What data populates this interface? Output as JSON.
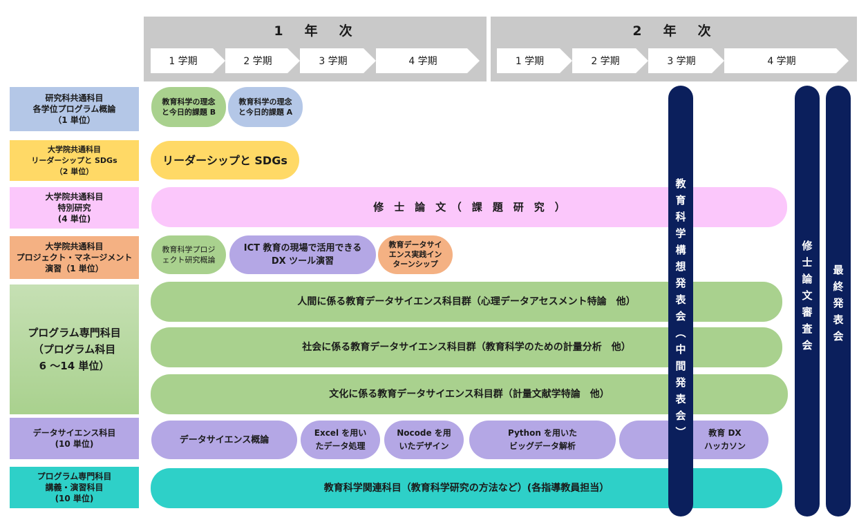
{
  "header": {
    "year1": "1　年　次",
    "year2": "2　年　次",
    "year1_terms": [
      "1 学期",
      "2 学期",
      "3 学期",
      "4 学期"
    ],
    "year2_terms": [
      "1 学期",
      "2 学期",
      "3 学期",
      "4 学期"
    ]
  },
  "rows": [
    {
      "label": "研究科共通科目\n各学位プログラム概論\n（1 単位）",
      "color": "#b4c7e7"
    },
    {
      "label": "大学院共通科目\nリーダーシップと SDGs\n（2 単位）",
      "color": "#ffd966"
    },
    {
      "label": "大学院共通科目\n特別研究\n(4 単位)",
      "color": "#fbc7fb"
    },
    {
      "label": "大学院共通科目\nプロジェクト・マネージメント演習（1 単位）",
      "color": "#f4b183"
    },
    {
      "label": "プログラム専門科目\n（プログラム科目\n6 ～14 単位）",
      "color": "#a9d18e"
    },
    {
      "label": "データサイエンス科目\n(10 単位)",
      "color": "#b4a7e5"
    },
    {
      "label": "プログラム専門科目\n講義・演習科目\n(10 単位)",
      "color": "#2ed0c8"
    }
  ],
  "courses": {
    "kyoiku_b": "教育科学の理念\nと今日的課題 B",
    "kyoiku_a": "教育科学の理念\nと今日的課題 A",
    "leadership": "リーダーシップと SDGs",
    "shushi": "修　士　論　文　（　課　題　研　究　）",
    "project_gairon": "教育科学プロジ\nェクト研究概論",
    "ict": "ICT 教育の現場で活用できる\nDX ツール演習",
    "intern": "教育データサイ\nエンス実践イン\nターンシップ",
    "ningen": "人間に係る教育データサイエンス科目群（心理データアセスメント特論　他）",
    "shakai": "社会に係る教育データサイエンス科目群（教育科学のための計量分析　他）",
    "bunka": "文化に係る教育データサイエンス科目群（計量文献学特論　他）",
    "ds_gairon": "データサイエンス概論",
    "excel": "Excel を用い\nたデータ処理",
    "nocode": "Nocode を用\nいたデザイン",
    "python": "Python を用いた\nビッグデータ解析",
    "hackathon": "教育 DX\nハッカソン",
    "kanren": "教育科学関連科目（教育科学研究の方法など）(各指導教員担当）"
  },
  "milestones": {
    "chukan": "教\n育\n科\n学\n構\n想\n発\n表\n会\n︵\n中\n間\n発\n表\n会\n︶",
    "shinsa": "修\n士\n論\n文\n審\n査\n会",
    "saishu": "最\n終\n発\n表\n会"
  },
  "colors": {
    "header": "#c9c9c9",
    "milestone": "#0b1f5c",
    "green": "#a9d18e",
    "blue": "#b4c7e7",
    "yellow": "#ffd966",
    "pink": "#fbc7fb",
    "orange": "#f4b183",
    "purple": "#b4a7e5",
    "teal": "#2ed0c8"
  }
}
